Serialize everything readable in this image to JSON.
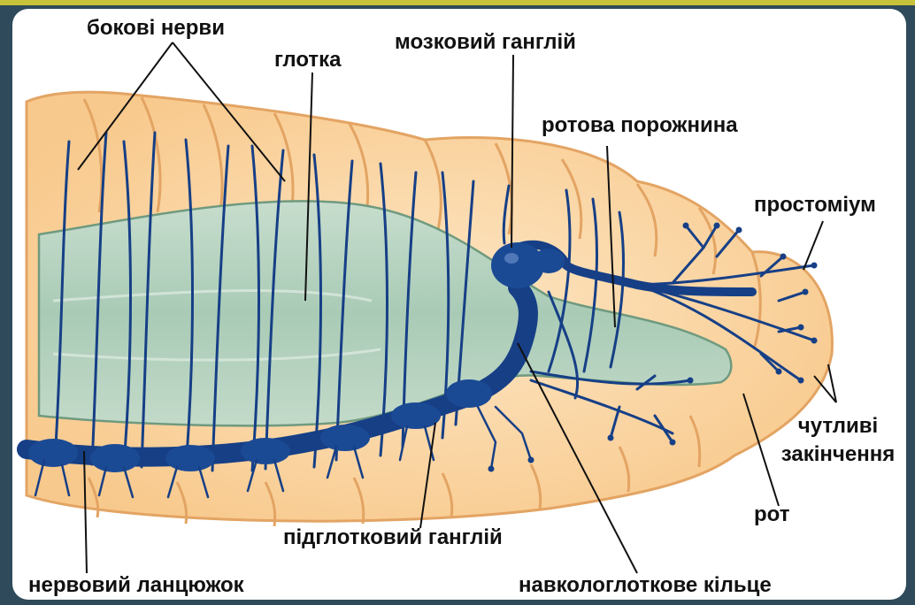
{
  "labels": {
    "lateral_nerves": "бокові нерви",
    "pharynx": "глотка",
    "cerebral_ganglion": "мозковий ганглій",
    "oral_cavity": "ротова порожнина",
    "prostomium": "простоміум",
    "sensory_endings_line1": "чутливі",
    "sensory_endings_line2": "закінчення",
    "mouth": "рот",
    "subpharyngeal_ganglion": "підглотковий ганглій",
    "nerve_cord": "нервовий ланцюжок",
    "circumpharyngeal_ring": "навкологлоткове кільце"
  },
  "colors": {
    "background": "#2f4a5a",
    "panel": "#ffffff",
    "body_fill": "#fcd9a8",
    "body_outline": "#e3a463",
    "pharynx_fill": "#b4d3bf",
    "nerve": "#163f86",
    "leader": "#111111"
  }
}
